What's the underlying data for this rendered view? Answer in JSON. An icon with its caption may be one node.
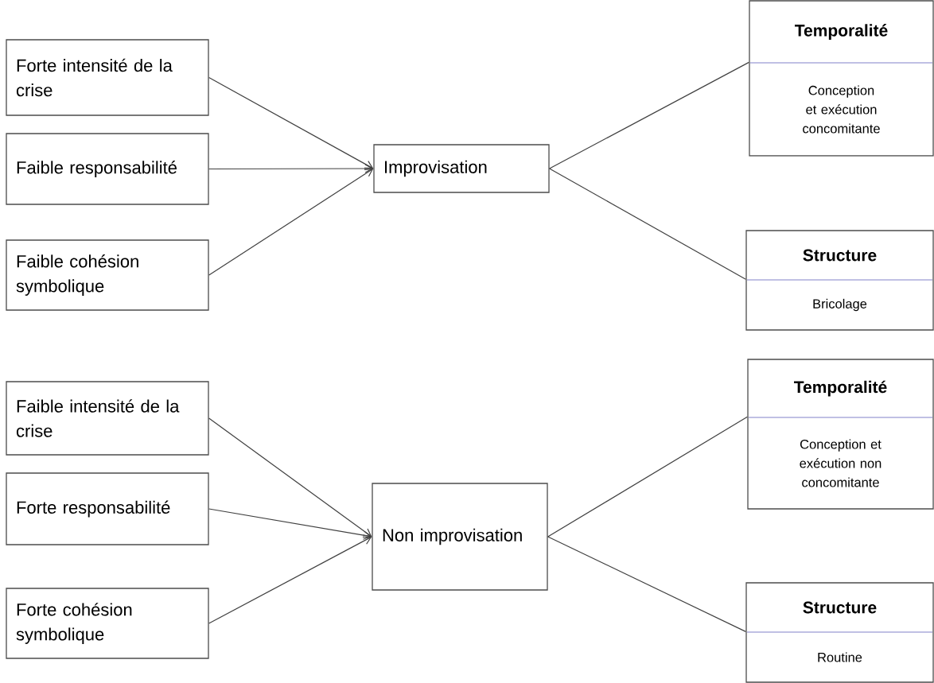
{
  "diagram": {
    "nodes": [
      {
        "text": [
          "Forte intensité de la crise"
        ]
      },
      {
        "text": [
          "Faible responsabilité"
        ]
      },
      {
        "text": [
          "Faible cohésion symbolique"
        ]
      },
      {
        "text": [
          "Improvisation"
        ]
      },
      {
        "text": [
          "Temporalité",
          "Conception et exécution concomitante"
        ]
      },
      {
        "text": [
          "Structure",
          "Bricolage"
        ]
      },
      {
        "text": [
          "Faible intensité de la crise"
        ]
      },
      {
        "text": [
          "Forte responsabilité"
        ]
      },
      {
        "text": [
          "Forte cohésion symbolique"
        ]
      },
      {
        "text": [
          "Non improvisation"
        ]
      },
      {
        "text": [
          "Temporalité",
          "Conception et exécution non concomitante"
        ]
      },
      {
        "text": [
          "Structure",
          "Routine"
        ]
      }
    ],
    "edges": [
      {
        "from": 0,
        "to": 3,
        "arrow": "to"
      },
      {
        "from": 1,
        "to": 3,
        "arrow": "to"
      },
      {
        "from": 2,
        "to": 3,
        "arrow": "to"
      },
      {
        "from": 3,
        "to": 4,
        "arrow": "none"
      },
      {
        "from": 3,
        "to": 5,
        "arrow": "none"
      },
      {
        "from": 6,
        "to": 9,
        "arrow": "to"
      },
      {
        "from": 7,
        "to": 9,
        "arrow": "to"
      },
      {
        "from": 8,
        "to": 9,
        "arrow": "to"
      },
      {
        "from": 9,
        "to": 10,
        "arrow": "none"
      },
      {
        "from": 9,
        "to": 11,
        "arrow": "none"
      }
    ]
  }
}
